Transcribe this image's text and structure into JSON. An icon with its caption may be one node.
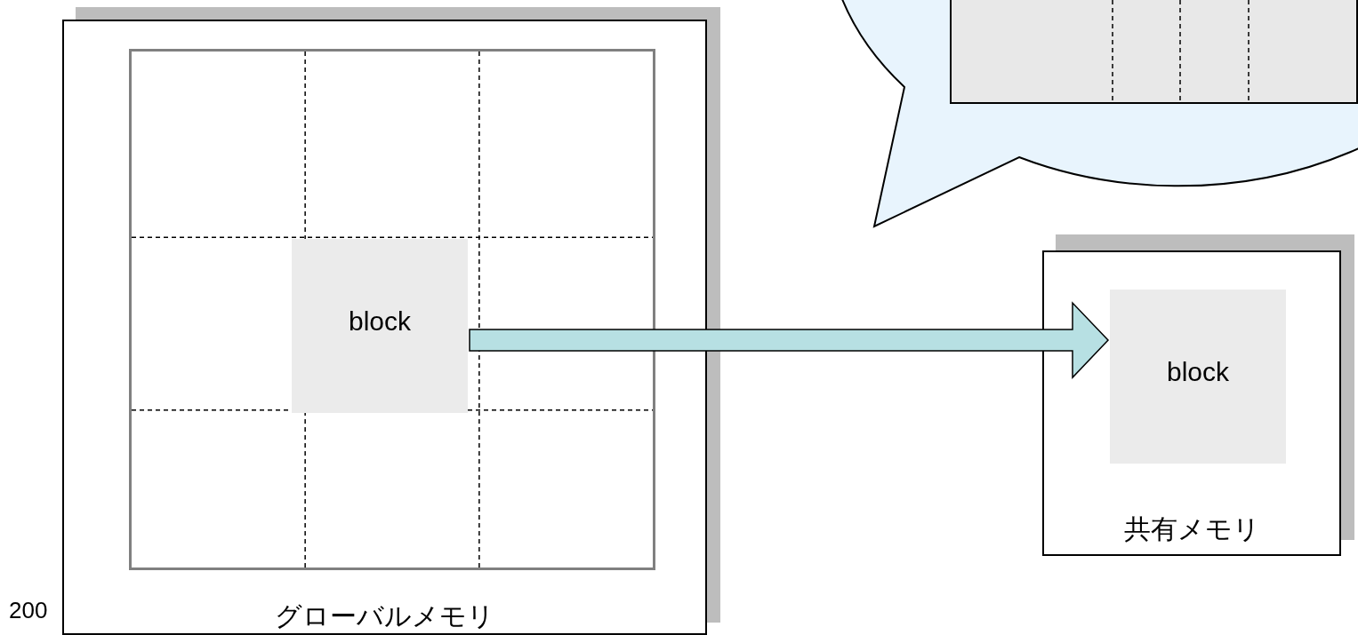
{
  "diagram": {
    "nodes": [
      {
        "text": [
          "グローバルメモリ"
        ]
      },
      {
        "text": [],
        "shape": "box",
        "in": 0
      },
      {
        "text": [
          "block"
        ],
        "in": 1
      },
      {
        "text": [
          "共有メモリ"
        ]
      },
      {
        "text": [
          "block"
        ],
        "in": 3
      },
      {
        "text": [],
        "shape": "bubble"
      },
      {
        "text": [],
        "shape": "box",
        "in": 5
      }
    ],
    "edges": [
      {
        "from": 2,
        "to": 4,
        "arrow": "to"
      }
    ],
    "labels": [
      "200"
    ]
  }
}
